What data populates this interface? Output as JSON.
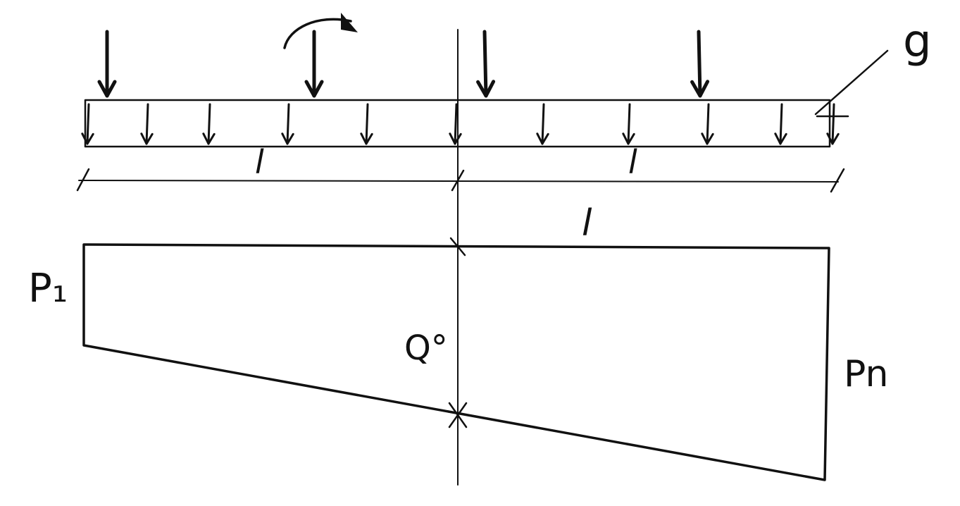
{
  "labels": {
    "load_g": "g",
    "span_left": "l",
    "span_right": "l",
    "span_lower": "l",
    "pressure_left": "P₁",
    "pressure_right": "Pn",
    "center_mark": "Q°"
  },
  "colors": {
    "ink": "#111111",
    "background": "#ffffff"
  }
}
